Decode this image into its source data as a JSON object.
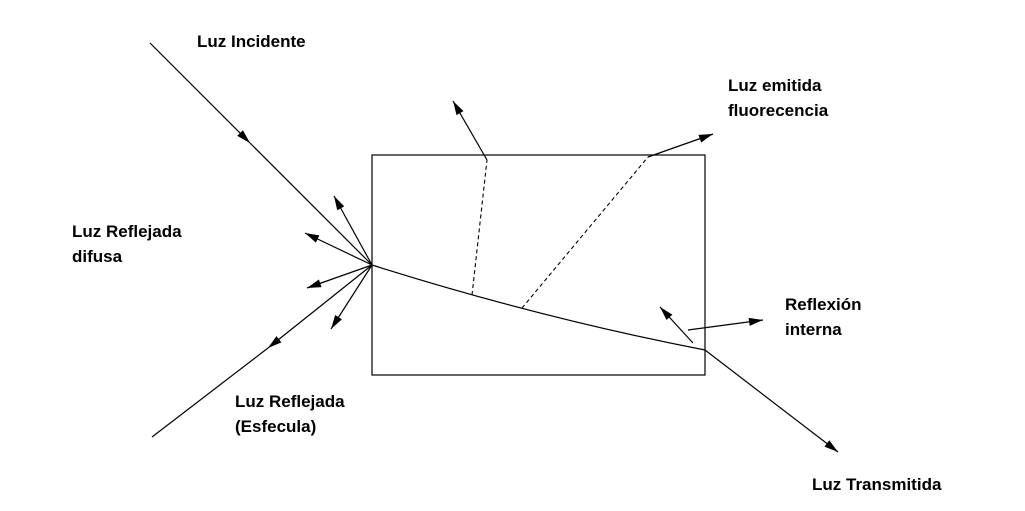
{
  "diagram": {
    "title": "Light interaction with a sample (Spanish diagram)",
    "colors": {
      "line": "#000000",
      "background": "#ffffff",
      "text": "#000000"
    },
    "labels": {
      "incident": {
        "text": "Luz Incidente"
      },
      "diffuse": {
        "line1": "Luz Reflejada",
        "line2": "difusa"
      },
      "specular": {
        "line1": "Luz Reflejada",
        "line2": "(Esfecula)"
      },
      "fluorescence": {
        "line1": "Luz emitida",
        "line2": "fluorecencia"
      },
      "internal_reflection": {
        "line1": "Reflexión",
        "line2": "interna"
      },
      "transmitted": {
        "text": "Luz Transmitida"
      }
    }
  }
}
